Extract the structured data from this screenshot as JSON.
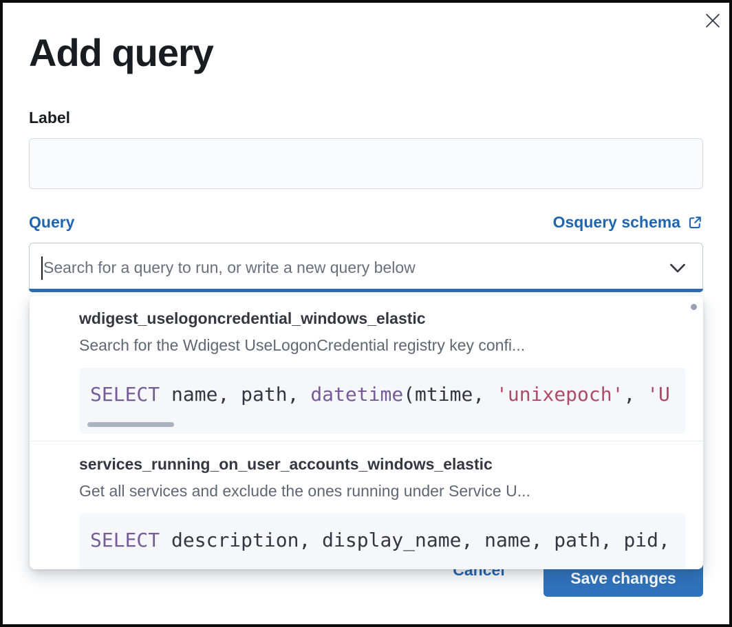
{
  "modal": {
    "title": "Add query",
    "label_field": {
      "label": "Label",
      "value": ""
    },
    "query_field": {
      "label": "Query",
      "schema_link_label": "Osquery schema",
      "placeholder": "Search for a query to run, or write a new query below"
    },
    "dropdown": {
      "options": [
        {
          "title": "wdigest_uselogoncredential_windows_elastic",
          "description": "Search for the Wdigest UseLogonCredential registry key confi...",
          "sql_parts": {
            "kw1": "SELECT",
            "p1": " name, path, ",
            "kw2": "datetime",
            "p2": "(mtime, ",
            "s1": "'unixepoch'",
            "p3": ", ",
            "s2": "'U"
          }
        },
        {
          "title": "services_running_on_user_accounts_windows_elastic",
          "description": "Get all services and exclude the ones running under Service U...",
          "sql_parts": {
            "kw1": "SELECT",
            "p1": " description, display_name, name, path, pid,"
          }
        }
      ]
    },
    "footer": {
      "cancel_label": "Cancel",
      "save_label": "Save changes"
    },
    "icons": {
      "close": "close-icon",
      "chevron": "chevron-down-icon",
      "external_link": "external-link-icon",
      "text_cursor": "text-cursor"
    },
    "colors": {
      "link_blue": "#2265af",
      "button_blue": "#2f73bc",
      "focus_underline_blue": "#2e6cb5",
      "keyword_purple": "#765b96",
      "string_rose": "#ad4a66",
      "code_text": "#343741",
      "heading_text": "#1a1c21",
      "subdued_text": "#5f6673",
      "code_background": "#f5f7fa",
      "input_background": "#f9fbfd"
    }
  }
}
